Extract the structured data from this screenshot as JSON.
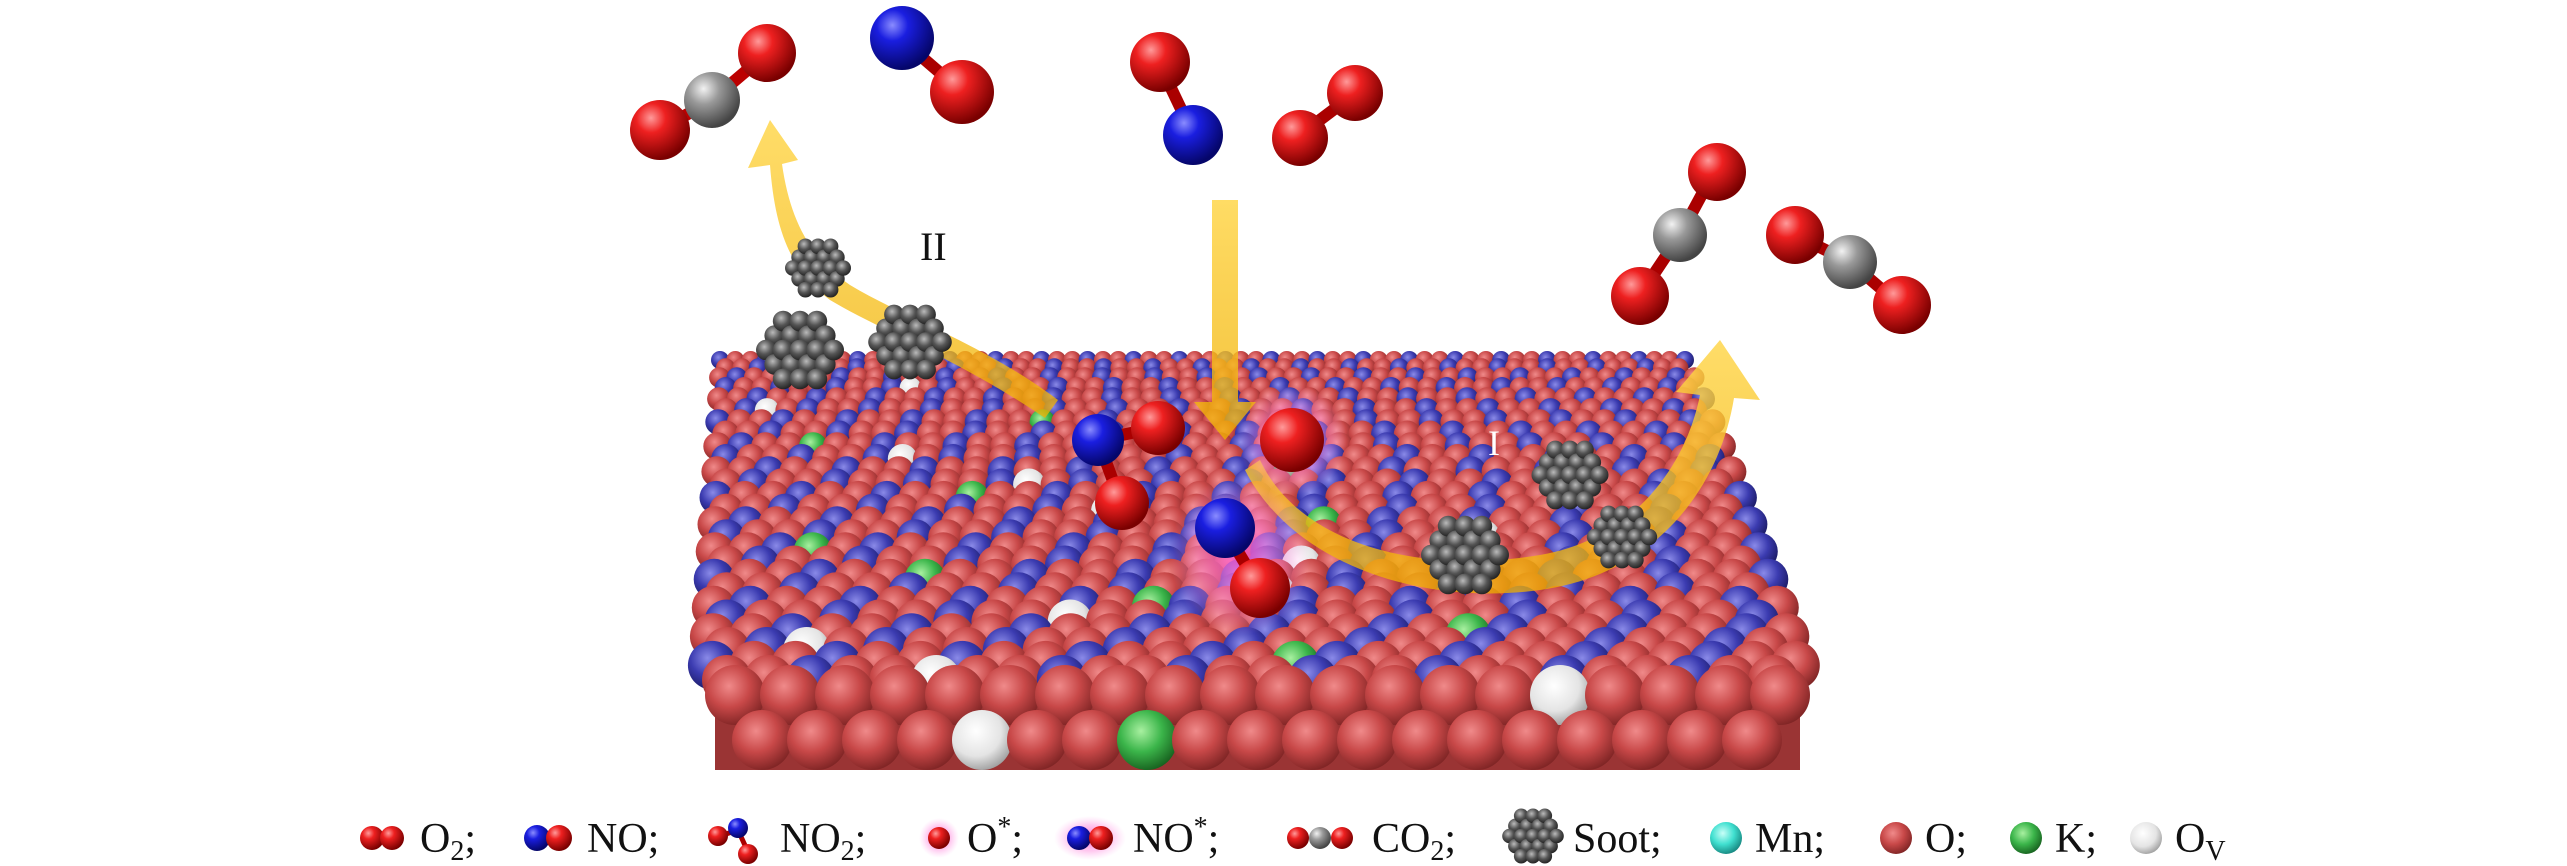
{
  "figure": {
    "pathway_labels": {
      "path_one": "I",
      "path_two": "II"
    }
  },
  "legend": {
    "items": [
      {
        "key": "o2",
        "icon": "o2-molecule-icon",
        "label": "O",
        "sub": "2",
        "sup": "",
        "suffix": ";"
      },
      {
        "key": "no",
        "icon": "no-molecule-icon",
        "label": "NO",
        "sub": "",
        "sup": "",
        "suffix": ";"
      },
      {
        "key": "no2",
        "icon": "no2-molecule-icon",
        "label": "NO",
        "sub": "2",
        "sup": "",
        "suffix": ";"
      },
      {
        "key": "o_ads",
        "icon": "active-oxygen-icon",
        "label": "O",
        "sub": "",
        "sup": "*",
        "suffix": ";"
      },
      {
        "key": "no_ads",
        "icon": "active-no-icon",
        "label": "NO",
        "sub": "",
        "sup": "*",
        "suffix": ";"
      },
      {
        "key": "co2",
        "icon": "co2-molecule-icon",
        "label": "CO",
        "sub": "2",
        "sup": "",
        "suffix": ";"
      },
      {
        "key": "soot",
        "icon": "soot-particle-icon",
        "label": "Soot",
        "sub": "",
        "sup": "",
        "suffix": ";"
      },
      {
        "key": "mn",
        "icon": "mn-atom-icon",
        "label": "Mn",
        "sub": "",
        "sup": "",
        "suffix": ";"
      },
      {
        "key": "o",
        "icon": "o-atom-icon",
        "label": "O",
        "sub": "",
        "sup": "",
        "suffix": ";"
      },
      {
        "key": "k",
        "icon": "k-atom-icon",
        "label": "K",
        "sub": "",
        "sup": "",
        "suffix": ";"
      },
      {
        "key": "ov",
        "icon": "oxygen-vacancy-icon",
        "label": "O",
        "sub": "V",
        "sup": "",
        "suffix": ""
      }
    ]
  },
  "colors": {
    "oxygen": "#e0141c",
    "nitrogen": "#1418c8",
    "carbon": "#8a8a8a",
    "surface_o": "#c44a4a",
    "surface_mn_blue": "#3a3aa8",
    "potassium": "#3bb54a",
    "vacancy": "#e8e8e8",
    "mn": "#40e0d0",
    "soot": "#444444",
    "arrow": "#f5b800",
    "glow": "#ff66cc"
  }
}
